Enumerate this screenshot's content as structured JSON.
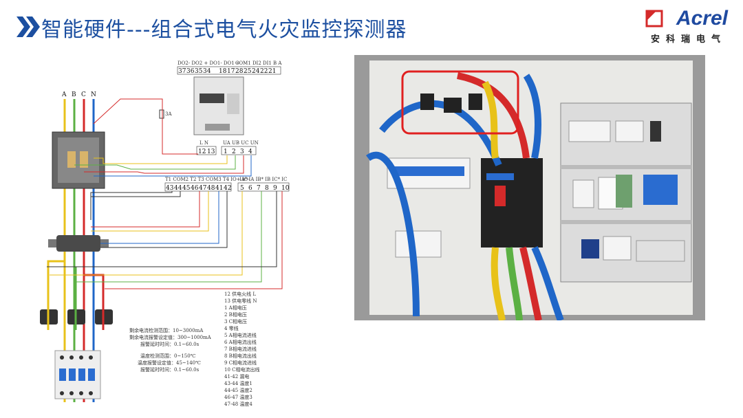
{
  "header": {
    "title": "智能硬件---组合式电气火灾监控探测器",
    "logo_name": "Acrel",
    "logo_sub": "安科瑞电气"
  },
  "diagram": {
    "phases": [
      "A",
      "B",
      "C",
      "N"
    ],
    "top_labels_left": "DO2- DO2 + DO1- DO1 +",
    "top_labels_right": "COM1 DI2 DI1 B A",
    "top_terminals": [
      "37",
      "36",
      "35",
      "34",
      "18",
      "17",
      "28",
      "25",
      "24",
      "22",
      "21"
    ],
    "fuse_label": "3A",
    "power_terms_label": "L N",
    "power_terms": [
      "12",
      "13"
    ],
    "volt_terms_label": "UA UB UC UN",
    "volt_terms": [
      "1",
      "2",
      "3",
      "4"
    ],
    "temp_terms_label": "T1 COM2 T2 T3 COM3 T4 IO+ IO-",
    "temp_terms": [
      "43",
      "44",
      "45",
      "46",
      "47",
      "48",
      "41",
      "42"
    ],
    "curr_terms_label": "IA* IA IB* IB IC* IC",
    "curr_terms": [
      "5",
      "6",
      "7",
      "8",
      "9",
      "10"
    ],
    "spec_block1": [
      "剩余电流检测范围：10~3000mA",
      "剩余电流报警设定值：300~1000mA",
      "报警延时时间：0.1~60.0s"
    ],
    "spec_block2": [
      "温度检测范围：0~150℃",
      "温度报警设定值：45~140℃",
      "报警延时时间：0.1~60.0s"
    ],
    "legend": [
      "12 供电火线 L",
      "13 供电零线 N",
      "1 A相电压",
      "2 B相电压",
      "3 C相电压",
      "4 零线",
      "5 A相电流进线",
      "6 A相电流出线",
      "7 B相电流进线",
      "8 B相电流出线",
      "9 C相电流进线",
      "10 C相电流出线",
      "41-42 漏电",
      "43-44 温度1",
      "44-45 温度2",
      "46-47 温度3",
      "47-48 温度4"
    ]
  },
  "colors": {
    "title": "#1c4fa0",
    "phase_a": "#e8c21a",
    "phase_b": "#5bb043",
    "phase_c": "#d42a2a",
    "phase_n": "#1f66c8"
  }
}
